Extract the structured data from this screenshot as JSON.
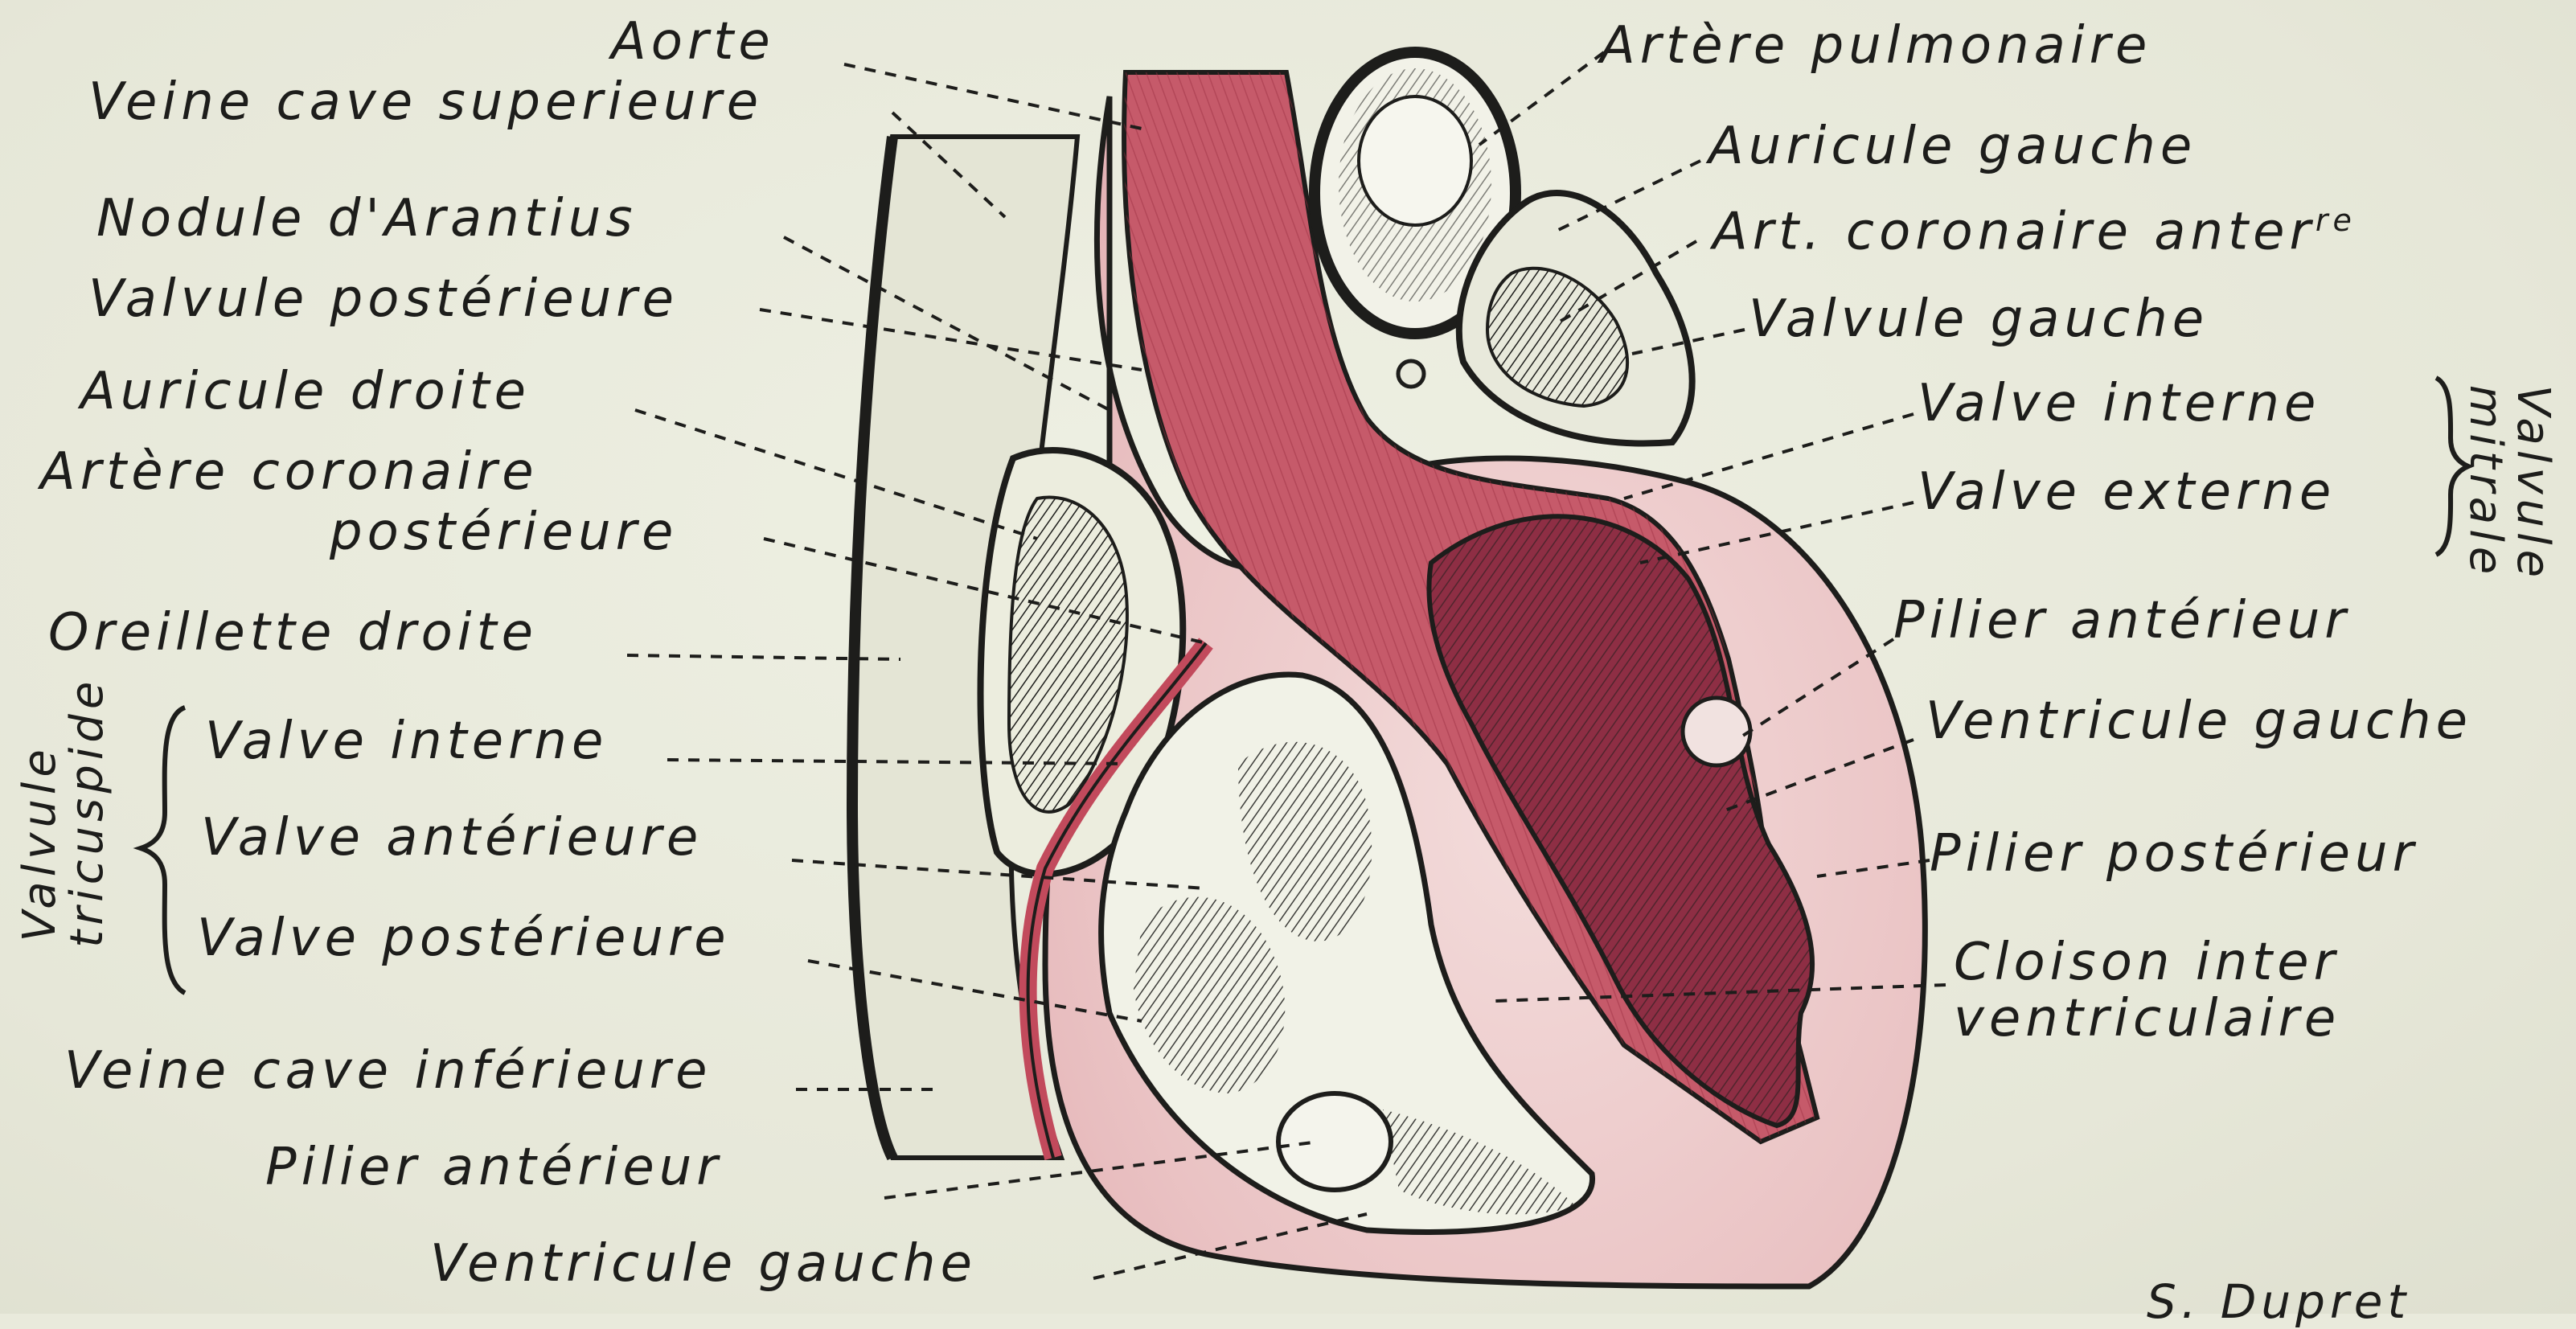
{
  "labels_left": {
    "aorte": "Aorte",
    "veine_cave_superieure": "Veine cave superieure",
    "nodule_arantius": "Nodule d'Arantius",
    "valvule_posterieure": "Valvule postérieure",
    "auricule_droite": "Auricule droite",
    "artere_coronaire_posterieure_1": "Artère coronaire",
    "artere_coronaire_posterieure_2": "postérieure",
    "oreillette_droite": "Oreillette droite",
    "valve_interne": "Valve interne",
    "valve_anterieure": "Valve antérieure",
    "valve_posterieure": "Valve postérieure",
    "veine_cave_inferieure": "Veine cave inférieure",
    "pilier_anterieur": "Pilier antérieur",
    "ventricule_gauche": "Ventricule gauche"
  },
  "labels_right": {
    "artere_pulmonaire": "Artère pulmonaire",
    "auricule_gauche": "Auricule gauche",
    "art_coronaire_anter": "Art. coronaire anter",
    "art_coronaire_anter_sup": "re",
    "valvule_gauche": "Valvule gauche",
    "valve_interne": "Valve interne",
    "valve_externe": "Valve externe",
    "pilier_anterieur": "Pilier antérieur",
    "ventricule_gauche": "Ventricule gauche",
    "pilier_posterieur": "Pilier postérieur",
    "cloison_1": "Cloison inter",
    "cloison_2": "ventriculaire"
  },
  "group_labels": {
    "tricuspide_1": "Valvule",
    "tricuspide_2": "tricuspide",
    "mitrale_1": "Valvule",
    "mitrale_2": "mitrale"
  },
  "signature": "S. Dupret",
  "colors": {
    "paper": "#e9eadc",
    "ink": "#1d1d1b",
    "muscle_red": "#c24a5c",
    "muscle_pink": "#dca2ab",
    "light_pink": "#f0d3d2"
  }
}
